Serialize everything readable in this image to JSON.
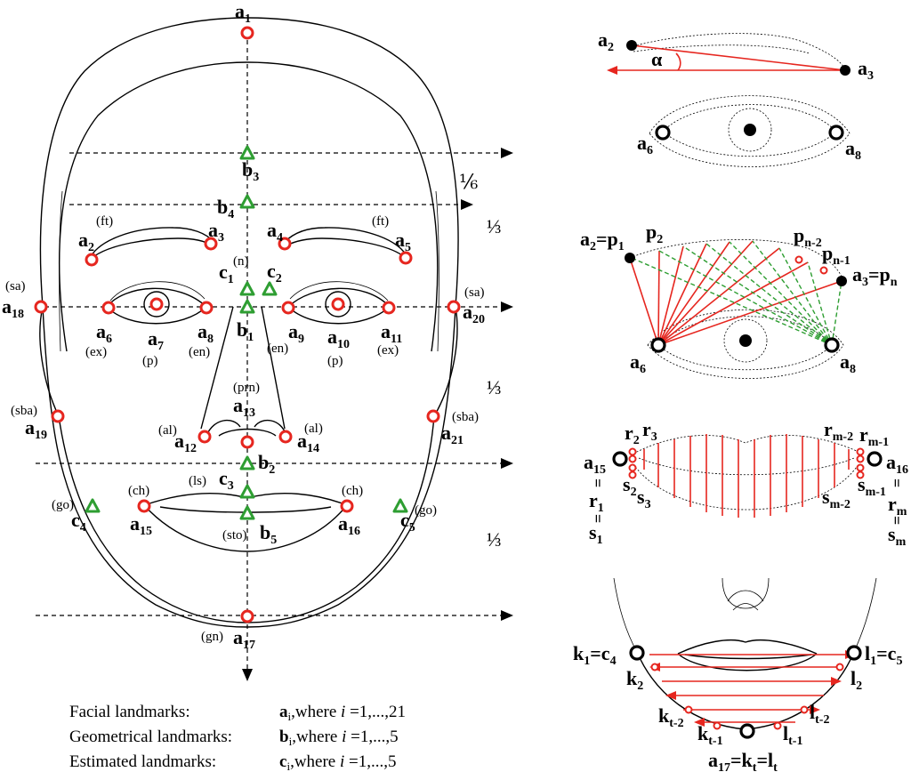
{
  "face": {
    "labels": {
      "a1": {
        "base": "a",
        "sub": "1"
      },
      "a2": {
        "base": "a",
        "sub": "2"
      },
      "a3": {
        "base": "a",
        "sub": "3"
      },
      "a4": {
        "base": "a",
        "sub": "4"
      },
      "a5": {
        "base": "a",
        "sub": "5"
      },
      "a6": {
        "base": "a",
        "sub": "6"
      },
      "a7": {
        "base": "a",
        "sub": "7"
      },
      "a8": {
        "base": "a",
        "sub": "8"
      },
      "a9": {
        "base": "a",
        "sub": "9"
      },
      "a10": {
        "base": "a",
        "sub": "10"
      },
      "a11": {
        "base": "a",
        "sub": "11"
      },
      "a12": {
        "base": "a",
        "sub": "12"
      },
      "a13": {
        "base": "a",
        "sub": "13"
      },
      "a14": {
        "base": "a",
        "sub": "14"
      },
      "a15": {
        "base": "a",
        "sub": "15"
      },
      "a16": {
        "base": "a",
        "sub": "16"
      },
      "a17": {
        "base": "a",
        "sub": "17"
      },
      "a18": {
        "base": "a",
        "sub": "18"
      },
      "a19": {
        "base": "a",
        "sub": "19"
      },
      "a20": {
        "base": "a",
        "sub": "20"
      },
      "a21": {
        "base": "a",
        "sub": "21"
      },
      "b1": {
        "base": "b",
        "sub": "1"
      },
      "b2": {
        "base": "b",
        "sub": "2"
      },
      "b3": {
        "base": "b",
        "sub": "3"
      },
      "b4": {
        "base": "b",
        "sub": "4"
      },
      "b5": {
        "base": "b",
        "sub": "5"
      },
      "c1": {
        "base": "c",
        "sub": "1"
      },
      "c2": {
        "base": "c",
        "sub": "2"
      },
      "c3": {
        "base": "c",
        "sub": "3"
      },
      "c4": {
        "base": "c",
        "sub": "4"
      },
      "c5": {
        "base": "c",
        "sub": "5"
      }
    },
    "abbreviations": {
      "ft_left": "(ft)",
      "ft_right": "(ft)",
      "n": "(n)",
      "sa_left": "(sa)",
      "sa_right": "(sa)",
      "ex_left": "(ex)",
      "ex_right": "(ex)",
      "p_left": "(p)",
      "p_right": "(p)",
      "en_left": "(en)",
      "en_right": "(en)",
      "prn": "(prn)",
      "al_left": "(al)",
      "al_right": "(al)",
      "sba_left": "(sba)",
      "sba_right": "(sba)",
      "ch_left": "(ch)",
      "ch_right": "(ch)",
      "ls": "(ls)",
      "sto": "(sto)",
      "go_left": "(go)",
      "go_right": "(go)",
      "gn": "(gn)"
    },
    "fractions": {
      "sixth": "⅙",
      "third_1": "⅓",
      "third_2": "⅓",
      "third_3": "⅓"
    }
  },
  "detail_panels": {
    "eye_angle": {
      "a2": {
        "base": "a",
        "sub": "2"
      },
      "a3": {
        "base": "a",
        "sub": "3"
      },
      "alpha": "α",
      "a6": {
        "base": "a",
        "sub": "6"
      },
      "a8": {
        "base": "a",
        "sub": "8"
      }
    },
    "eyebrow": {
      "left_eq": {
        "base": "a",
        "sub": "2",
        "eq": "=",
        "base2": "p",
        "sub2": "1"
      },
      "right_eq": {
        "base": "a",
        "sub": "3",
        "eq": "=",
        "base2": "p",
        "sub2": "n"
      },
      "p2": {
        "base": "p",
        "sub": "2"
      },
      "pn2": {
        "base": "p",
        "sub": "n-2"
      },
      "pn1": {
        "base": "p",
        "sub": "n-1"
      },
      "a6": {
        "base": "a",
        "sub": "6"
      },
      "a8": {
        "base": "a",
        "sub": "8"
      }
    },
    "lips": {
      "r2": {
        "base": "r",
        "sub": "2"
      },
      "r3": {
        "base": "r",
        "sub": "3"
      },
      "rm2": {
        "base": "r",
        "sub": "m-2"
      },
      "rm1": {
        "base": "r",
        "sub": "m-1"
      },
      "s2": {
        "base": "s",
        "sub": "2"
      },
      "s3": {
        "base": "s",
        "sub": "3"
      },
      "sm1": {
        "base": "s",
        "sub": "m-1"
      },
      "sm2": {
        "base": "s",
        "sub": "m-2"
      },
      "a15": {
        "base": "a",
        "sub": "15"
      },
      "r1": {
        "base": "r",
        "sub": "1"
      },
      "s1": {
        "base": "s",
        "sub": "1"
      },
      "a16": {
        "base": "a",
        "sub": "16"
      },
      "rm": {
        "base": "r",
        "sub": "m"
      },
      "sm": {
        "base": "s",
        "sub": "m"
      },
      "eq": "="
    },
    "chin": {
      "k1_eq": {
        "base": "k",
        "sub": "1",
        "eq": "=",
        "base2": "c",
        "sub2": "4"
      },
      "l1_eq": {
        "base": "l",
        "sub": "1",
        "eq": "=",
        "base2": "c",
        "sub2": "5"
      },
      "k2": {
        "base": "k",
        "sub": "2"
      },
      "l2": {
        "base": "l",
        "sub": "2"
      },
      "kt2": {
        "base": "k",
        "sub": "t-2"
      },
      "lt2": {
        "base": "l",
        "sub": "t-2"
      },
      "kt1": {
        "base": "k",
        "sub": "t-1"
      },
      "lt1": {
        "base": "l",
        "sub": "t-1"
      },
      "a17_eq": {
        "base": "a",
        "sub": "17",
        "eq1": "=",
        "base2": "k",
        "sub2": "t",
        "eq2": "=",
        "base3": "l",
        "sub3": "t"
      }
    }
  },
  "legend": [
    {
      "label": "Facial landmarks:",
      "sym": "a",
      "sub": "i",
      "rest": ",where ",
      "var": "i",
      "range": " =1,...,21"
    },
    {
      "label": "Geometrical landmarks:",
      "sym": "b",
      "sub": "i",
      "rest": ",where ",
      "var": "i",
      "range": " =1,...,5"
    },
    {
      "label": "Estimated landmarks:",
      "sym": "c",
      "sub": "i",
      "rest": ",where ",
      "var": "i",
      "range": " =1,...,5"
    }
  ],
  "colors": {
    "facial_landmark": "#e6261f",
    "geometrical_landmark": "#2e9e32",
    "outline": "#000000"
  }
}
